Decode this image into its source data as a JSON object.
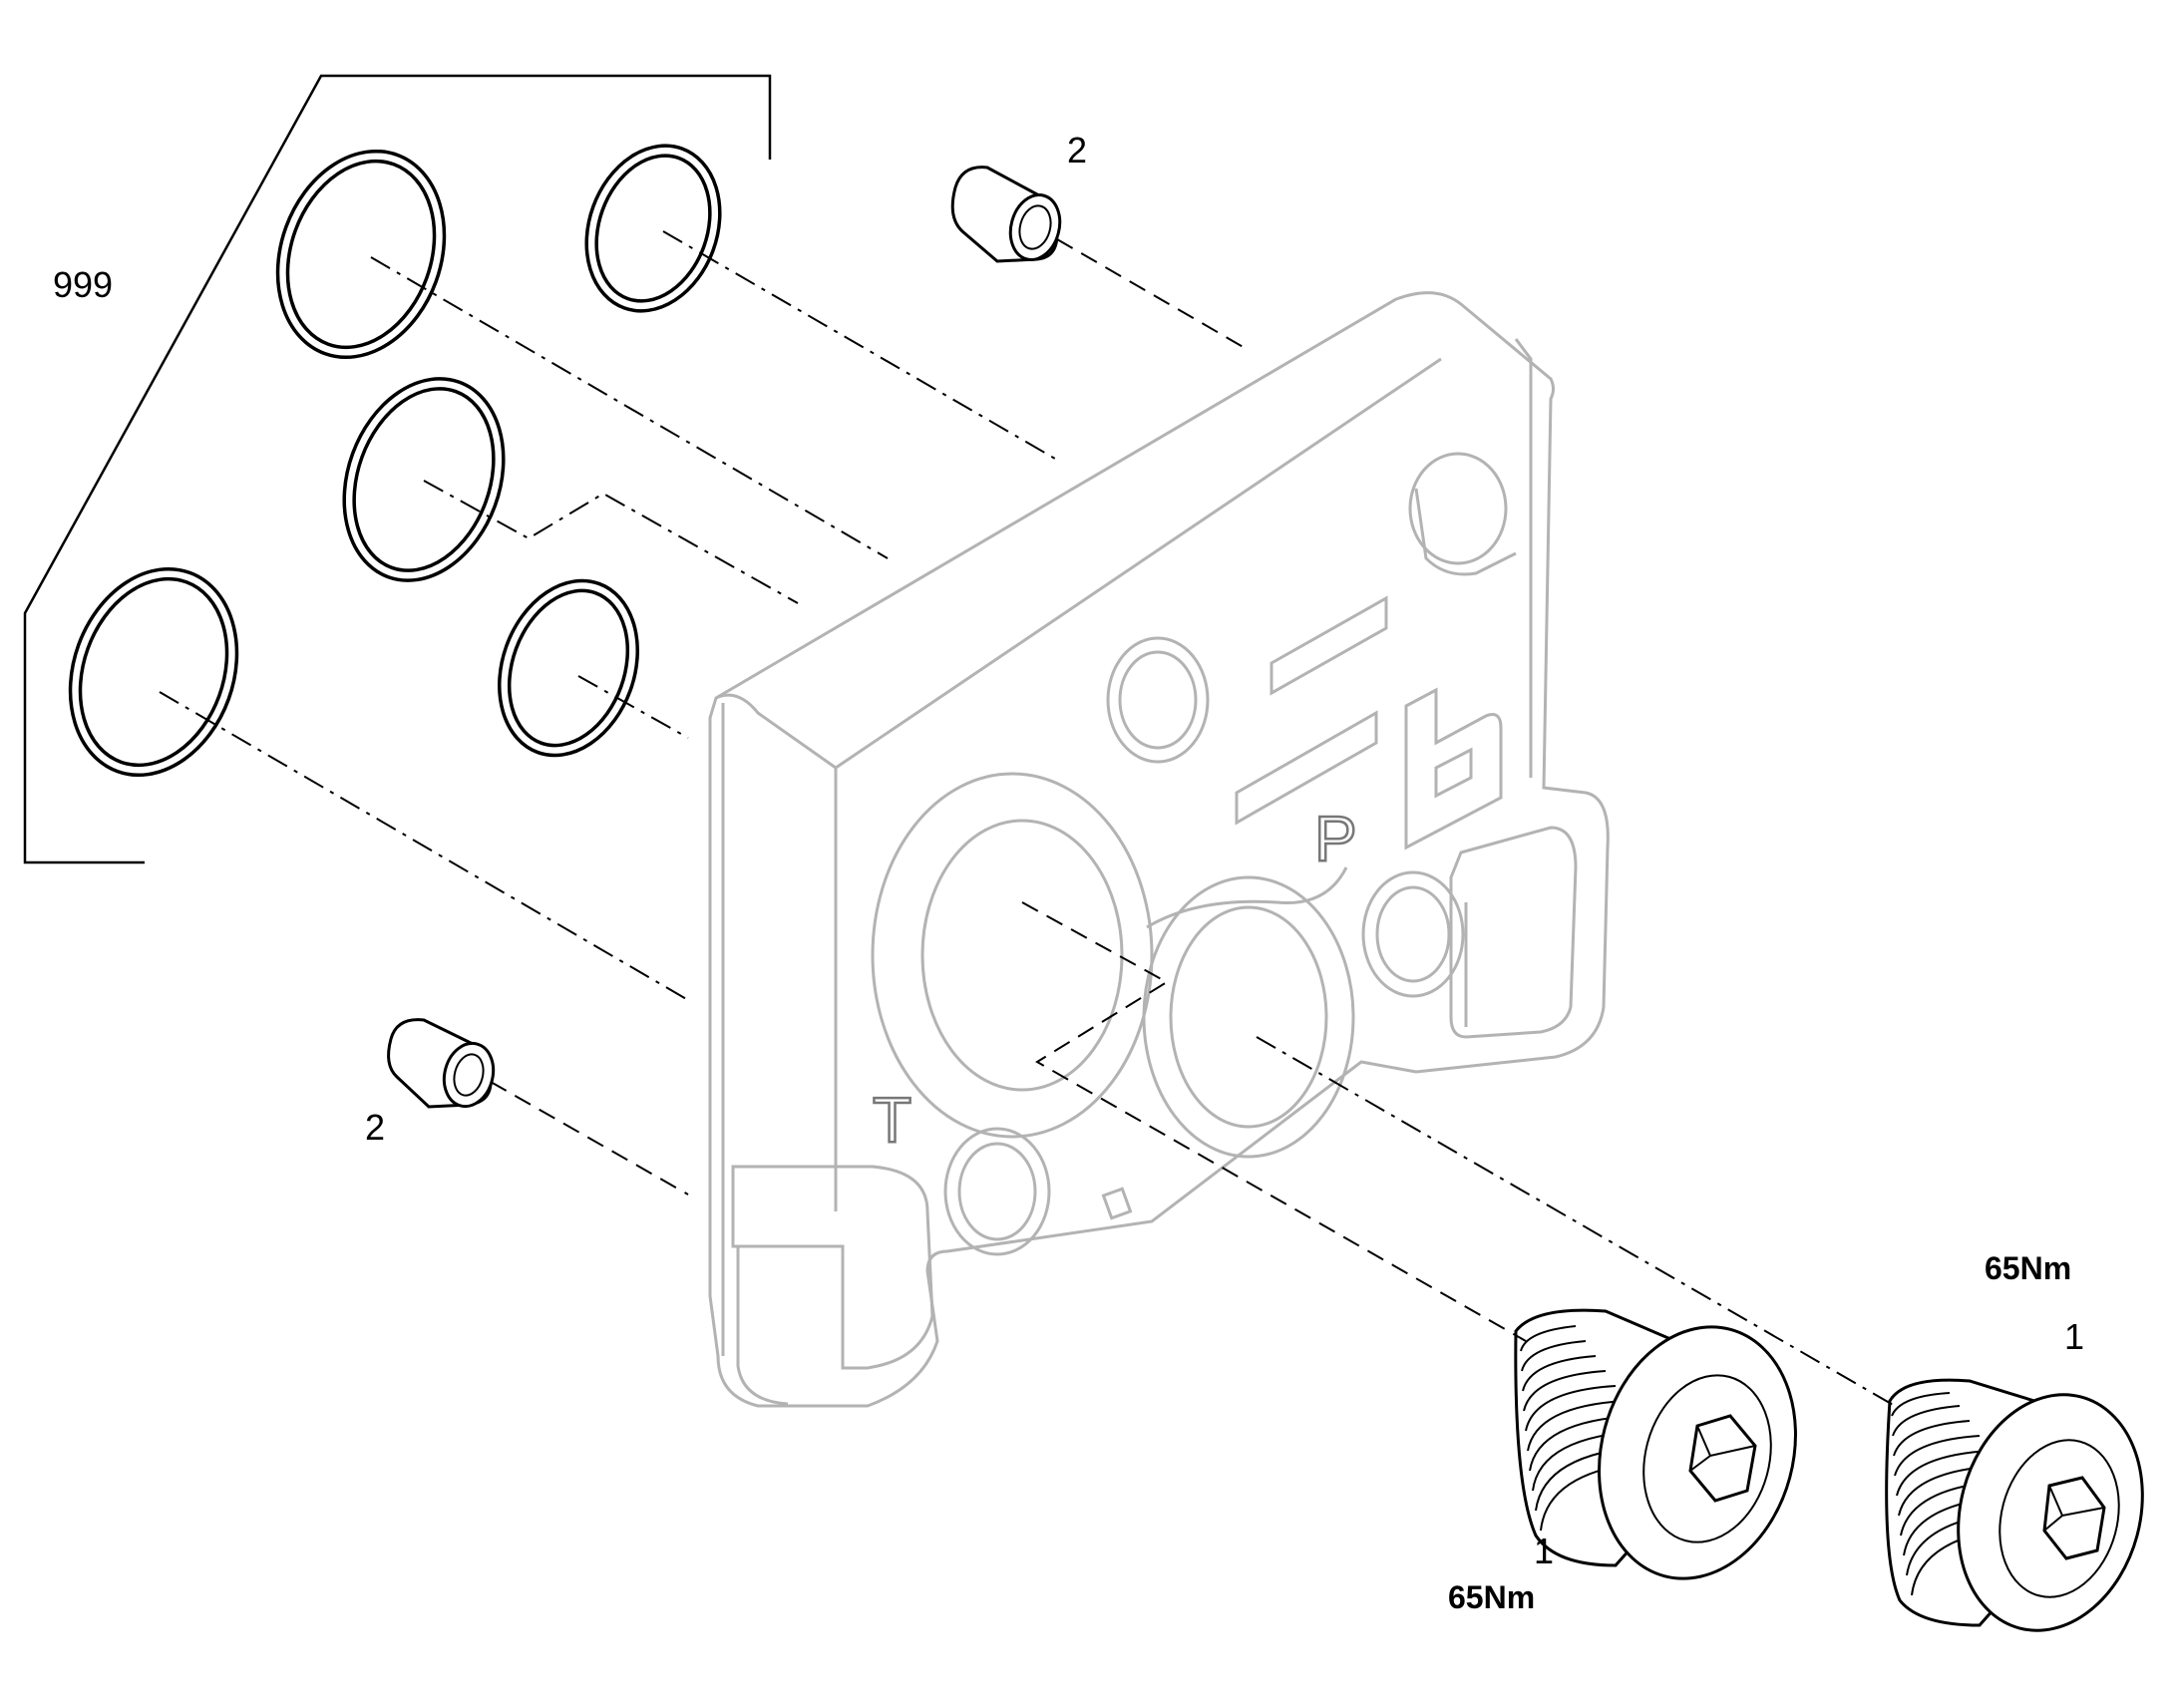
{
  "labels": {
    "kit_number": "999",
    "pin_top": "2",
    "pin_left": "2",
    "plug_right_number": "1",
    "plug_right_torque": "65Nm",
    "plug_left_number": "1",
    "plug_left_torque": "65Nm"
  },
  "engravings": {
    "port_p": "P",
    "port_t": "T"
  },
  "colors": {
    "part_outline": "#000000",
    "housing_outline": "#b3b3b3",
    "background": "#ffffff"
  }
}
